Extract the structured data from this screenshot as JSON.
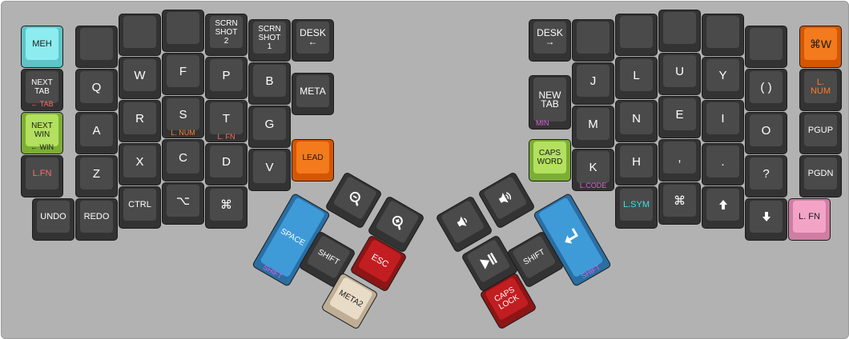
{
  "keys": {
    "meh": "MEH",
    "next_tab": "NEXT\nTAB",
    "prev_tab_sub": "← TAB",
    "next_win": "NEXT\nWIN",
    "prev_win_sub": "← WIN",
    "lfn_left": "L.FN",
    "undo": "UNDO",
    "redo": "REDO",
    "q": "Q",
    "a": "A",
    "z": "Z",
    "w": "W",
    "r": "R",
    "x": "X",
    "ctrl": "CTRL",
    "f": "F",
    "s": "S",
    "lnum_sub": "L. NUM",
    "c": "C",
    "opt": "⌥",
    "scrn_shot_2": "SCRN\nSHOT\n2",
    "p": "P",
    "t": "T",
    "lfn_sub": "L. FN",
    "d": "D",
    "cmd_left": "⌘",
    "scrn_shot_1": "SCRN\nSHOT\n1",
    "b": "B",
    "g": "G",
    "v": "V",
    "desk_left": "DESK\n←",
    "meta": "META",
    "lead": "LEAD",
    "space": "SPACE",
    "space_sub": "SHIFT",
    "shift_left": "SHIFT",
    "esc": "ESC",
    "meta2": "META2",
    "desk_right": "DESK\n→",
    "new_tab": "NEW\nTAB",
    "min_sub": "MIN",
    "caps_word": "CAPS\nWORD",
    "j": "J",
    "m": "M",
    "k": "K",
    "lcode_sub": "L.CODE",
    "l": "L",
    "n": "N",
    "h": "H",
    "lsym": "L.SYM",
    "u": "U",
    "e": "E",
    "comma": ",",
    "cmd_right": "⌘",
    "y": "Y",
    "i": "I",
    "period": ".",
    "parens": "( )",
    "o": "O",
    "question": "?",
    "cmd_w": "⌘W",
    "lnum_right": "L.\nNUM",
    "pgup": "PGUP",
    "pgdn": "PGDN",
    "lfn_right": "L. FN",
    "shift_right": "SHIFT",
    "caps_lock": "CAPS\nLOCK",
    "enter_sub": "SHIFT"
  },
  "colors": {
    "board": "#b2b2b2",
    "key_dark": "#333333",
    "meh": "#8cecef",
    "green": "#b3e05f",
    "orange": "#f37a1d",
    "pink": "#f3a4c6",
    "blue": "#3e9bd7",
    "red": "#c21e22",
    "cream": "#e9dcc6",
    "legend_red": "#ff6a6a",
    "legend_orange": "#ff7a2a",
    "legend_purple": "#e060e0",
    "legend_cyan": "#40e0e8"
  },
  "icons": {
    "opt_key": "option-icon",
    "zoom_out": "zoom-out-icon",
    "zoom_in": "zoom-in-icon",
    "volume_down": "volume-down-icon",
    "volume_up": "volume-up-icon",
    "play_pause": "play-pause-icon",
    "enter": "enter-icon",
    "arrow_up": "arrow-up-icon",
    "arrow_down": "arrow-down-icon"
  }
}
